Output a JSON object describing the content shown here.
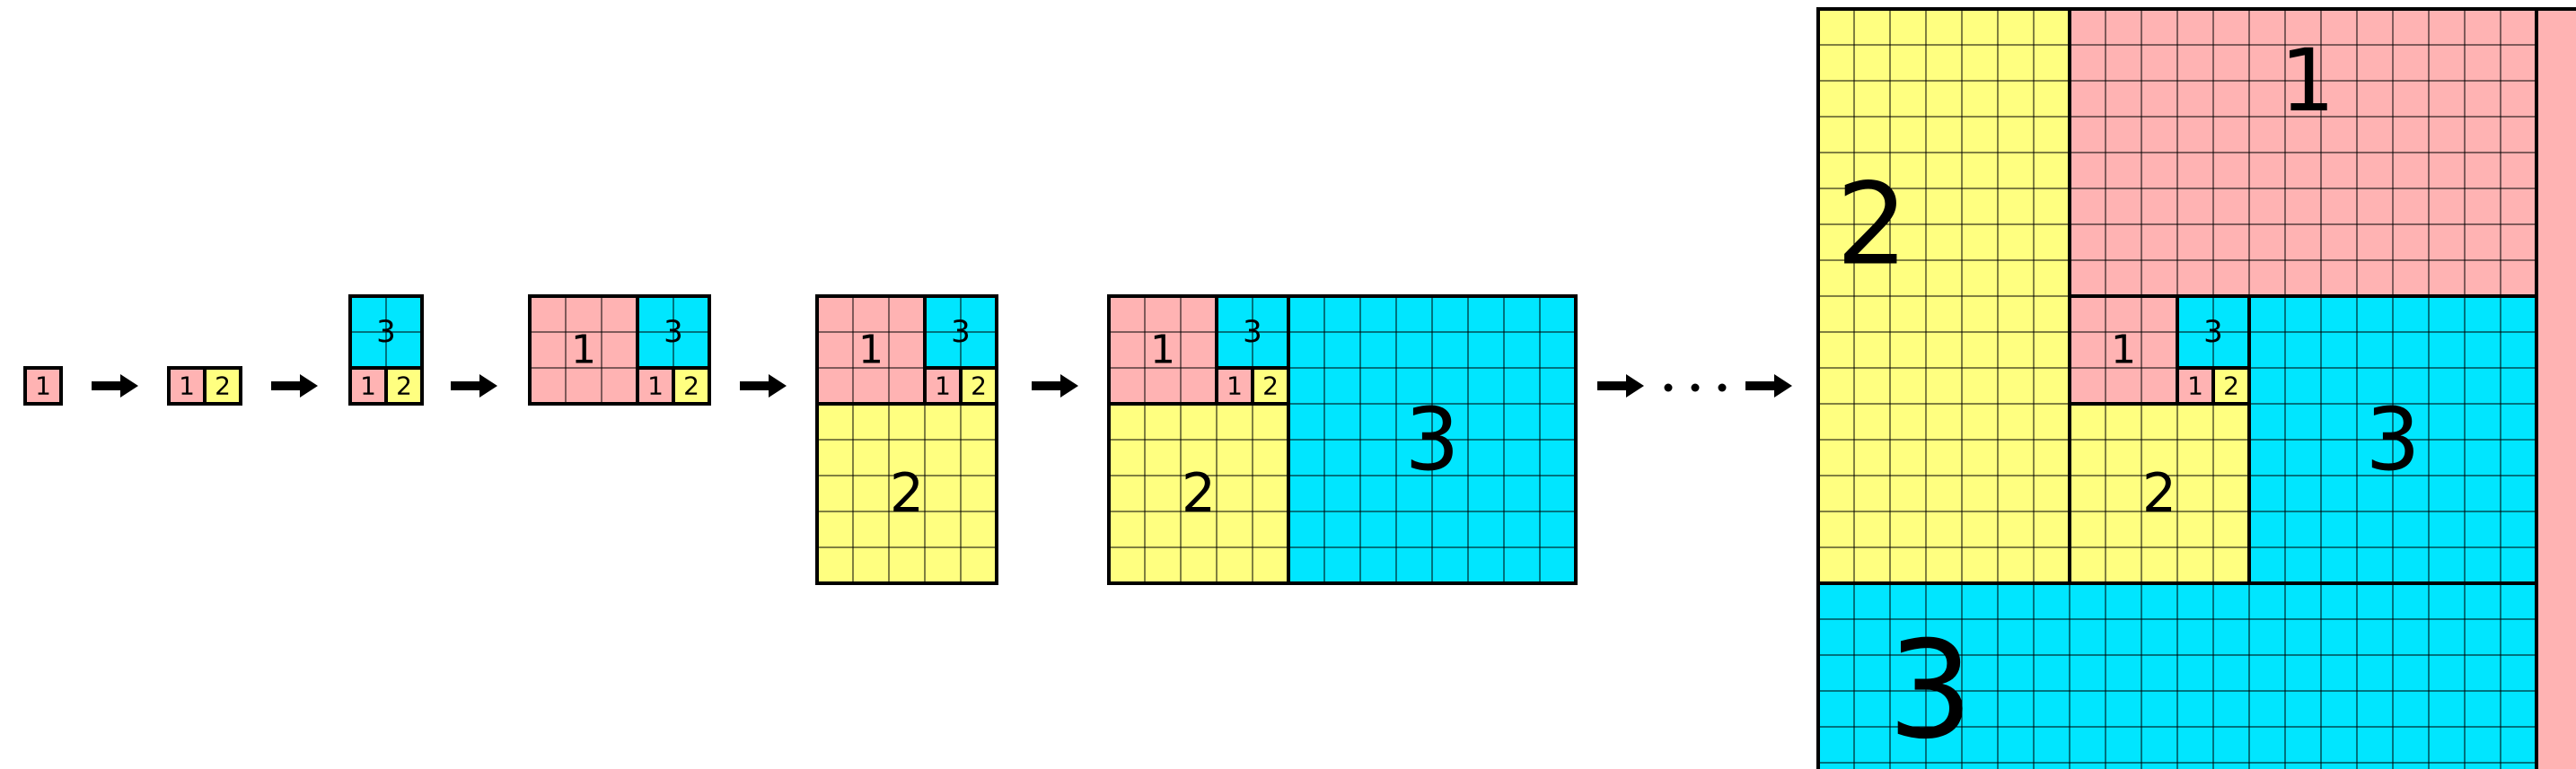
{
  "colors": {
    "pink": "#ffb3b3",
    "yellow": "#ffff80",
    "cyan": "#00e6ff",
    "stroke": "#000000",
    "background": "#ffffff"
  },
  "shapes": [
    "arrow-right",
    "ellipsis-dots"
  ],
  "labels": {
    "one": "1",
    "two": "2",
    "three": "3"
  },
  "stages": [
    {
      "step": 1,
      "squares": [
        {
          "label": "1",
          "color": "pink",
          "side": 1
        }
      ]
    },
    {
      "step": 2,
      "squares": [
        {
          "label": "1",
          "color": "pink",
          "side": 1
        },
        {
          "label": "2",
          "color": "yellow",
          "side": 1
        }
      ]
    },
    {
      "step": 3,
      "squares": [
        {
          "label": "1",
          "color": "pink",
          "side": 1
        },
        {
          "label": "2",
          "color": "yellow",
          "side": 1
        },
        {
          "label": "3",
          "color": "cyan",
          "side": 2
        }
      ]
    },
    {
      "step": 4,
      "squares": [
        {
          "label": "1",
          "color": "pink",
          "side": 3
        },
        {
          "label": "1",
          "color": "pink",
          "side": 1
        },
        {
          "label": "2",
          "color": "yellow",
          "side": 1
        },
        {
          "label": "3",
          "color": "cyan",
          "side": 2
        }
      ]
    },
    {
      "step": 5,
      "squares": [
        {
          "label": "1",
          "color": "pink",
          "side": 3
        },
        {
          "label": "2",
          "color": "yellow",
          "side": 5
        },
        {
          "label": "3",
          "color": "cyan",
          "side": 2
        }
      ]
    },
    {
      "step": 6,
      "squares": [
        {
          "label": "1",
          "color": "pink",
          "side": 3
        },
        {
          "label": "2",
          "color": "yellow",
          "side": 5
        },
        {
          "label": "3",
          "color": "cyan",
          "side": 8
        }
      ]
    },
    {
      "step": 7,
      "squares": [
        {
          "label": "1",
          "color": "pink",
          "side": 8
        },
        {
          "label": "2",
          "color": "yellow",
          "side": 13
        },
        {
          "label": "3",
          "color": "cyan",
          "side": 21
        }
      ]
    }
  ]
}
